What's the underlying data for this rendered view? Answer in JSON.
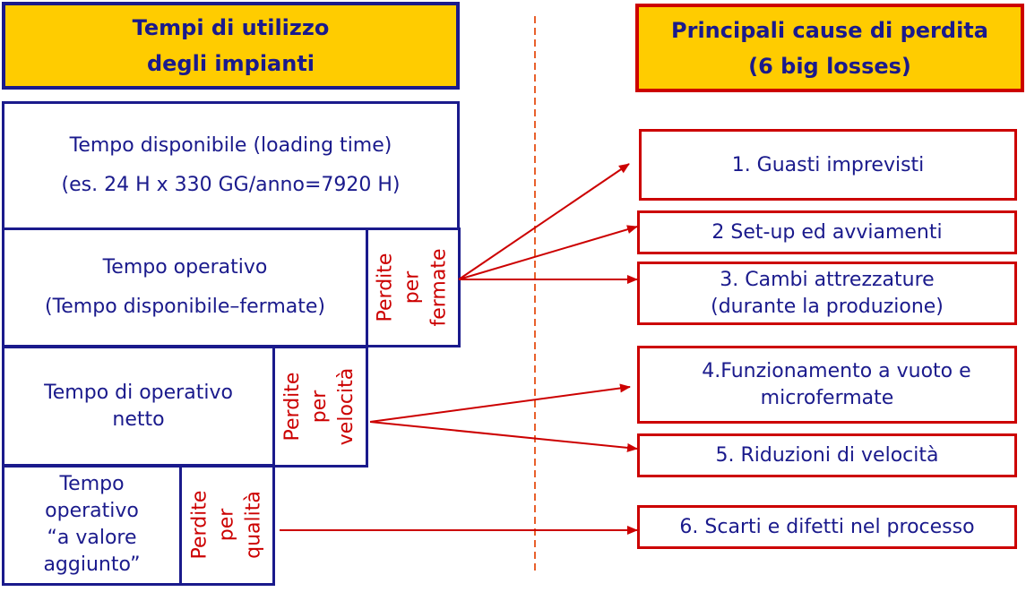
{
  "left_header": {
    "line1": "Tempi di utilizzo",
    "line2": "degli impianti"
  },
  "right_header": {
    "line1": "Principali cause di perdita",
    "line2": "(6 big losses)"
  },
  "time_blocks": {
    "loading": {
      "line1": "Tempo disponibile (loading time)",
      "line2": "(es. 24 H x 330 GG/anno=7920 H)"
    },
    "operating": {
      "line1": "Tempo operativo",
      "line2": "(Tempo disponibile–fermate)"
    },
    "net": {
      "line1": "Tempo di operativo",
      "line2": "netto"
    },
    "value": {
      "line1": "Tempo",
      "line2": "operativo",
      "line3": "“a valore",
      "line4": "aggiunto”"
    }
  },
  "loss_labels": {
    "stops": {
      "line1": "Perdite",
      "line2": "per",
      "line3": "fermate"
    },
    "speed": {
      "line1": "Perdite",
      "line2": "per",
      "line3": "velocità"
    },
    "quality": {
      "line1": "Perdite",
      "line2": "per",
      "line3": "qualità"
    }
  },
  "big_losses": [
    {
      "line1": "1. Guasti imprevisti"
    },
    {
      "line1": "2  Set-up ed avviamenti"
    },
    {
      "line1": "3. Cambi attrezzature",
      "line2": "(durante la produzione)"
    },
    {
      "line1": "   4.Funzionamento a vuoto e",
      "line2": "microfermate"
    },
    {
      "line1": "5. Riduzioni di velocità"
    },
    {
      "line1": "6. Scarti e difetti nel processo"
    }
  ],
  "colors": {
    "header_fill": "#FFCC00",
    "navy": "#1A1A8C",
    "red": "#CC0000",
    "divider": "#E8602C"
  }
}
